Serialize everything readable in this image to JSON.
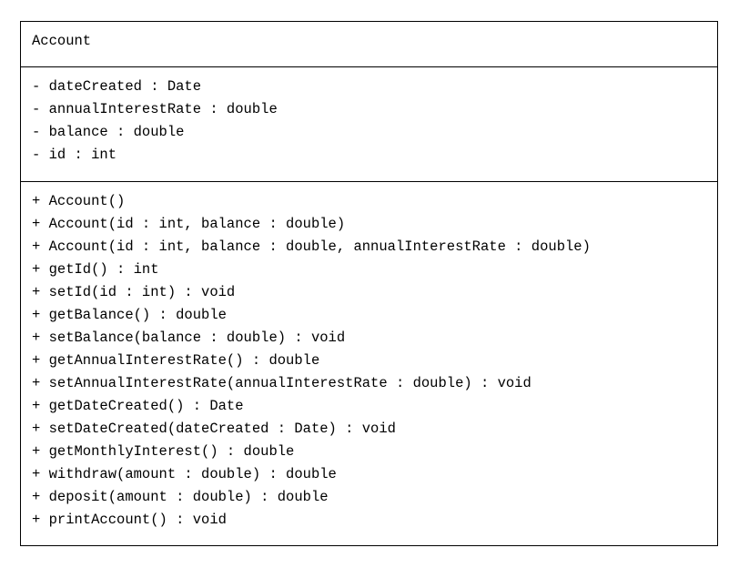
{
  "class_name": "Account",
  "attributes": [
    "- dateCreated : Date",
    "- annualInterestRate : double",
    "- balance : double",
    "- id : int"
  ],
  "operations": [
    "+ Account()",
    "+ Account(id : int, balance : double)",
    "+ Account(id : int, balance : double, annualInterestRate : double)",
    "+ getId() : int",
    "+ setId(id : int) : void",
    "+ getBalance() : double",
    "+ setBalance(balance : double) : void",
    "+ getAnnualInterestRate() : double",
    "+ setAnnualInterestRate(annualInterestRate : double) : void",
    "+ getDateCreated() : Date",
    "+ setDateCreated(dateCreated : Date) : void",
    "+ getMonthlyInterest() : double",
    "+ withdraw(amount : double) : double",
    "+ deposit(amount : double) : double",
    "+ printAccount() : void"
  ]
}
